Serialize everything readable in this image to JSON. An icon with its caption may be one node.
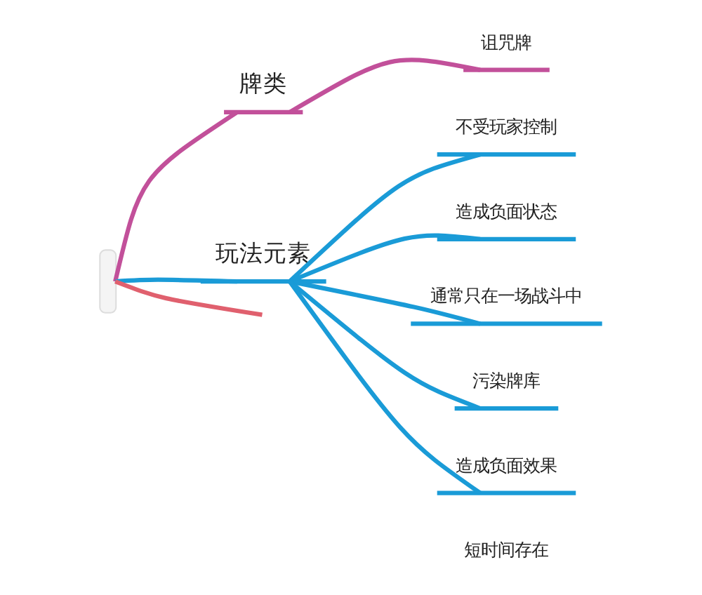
{
  "diagram": {
    "nodes": [
      {
        "text": [],
        "shape": "box"
      },
      {
        "text": [
          "牌类"
        ]
      },
      {
        "text": [
          "诅咒牌"
        ]
      },
      {
        "text": [
          "玩法元素"
        ]
      },
      {
        "text": [
          "不受玩家控制"
        ]
      },
      {
        "text": [
          "造成负面状态"
        ]
      },
      {
        "text": [
          "通常只在一场战斗中"
        ]
      },
      {
        "text": [
          "污染牌库"
        ]
      },
      {
        "text": [
          "造成负面效果"
        ]
      }
    ],
    "edges": [
      {
        "from": 0,
        "to": 1,
        "arrow": "none",
        "color": "#c2509a"
      },
      {
        "from": 1,
        "to": 2,
        "arrow": "none",
        "color": "#c2509a"
      },
      {
        "from": 0,
        "to": 3,
        "arrow": "none"
      },
      {
        "from": 3,
        "to": 4,
        "arrow": "none"
      },
      {
        "from": 3,
        "to": 5,
        "arrow": "none"
      },
      {
        "from": 3,
        "to": 6,
        "arrow": "none"
      },
      {
        "from": 3,
        "to": 7,
        "arrow": "none"
      },
      {
        "from": 3,
        "to": 8,
        "arrow": "none"
      },
      {
        "from": 0,
        "to": null,
        "arrow": "none",
        "color": "#e0606e"
      }
    ],
    "labels": [
      "短时间存在"
    ]
  }
}
